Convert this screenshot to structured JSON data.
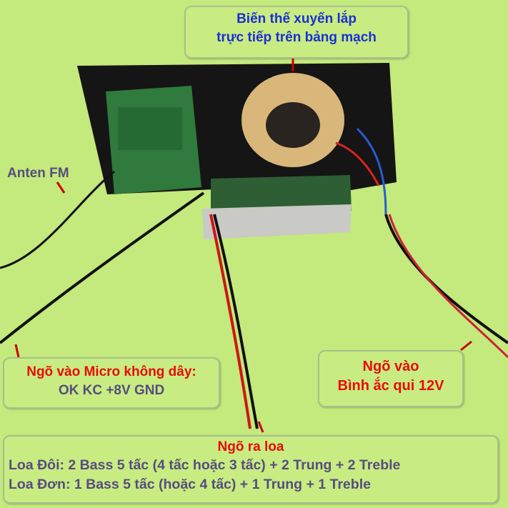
{
  "colors": {
    "background": "#c4e97c",
    "red_text": "#e80c0c",
    "purple_text": "#574d7e",
    "blue_text": "#1b2fd4"
  },
  "labels": {
    "transformer": {
      "line1": "Biến thế xuyến lắp",
      "line2": "trực tiếp trên bảng mạch"
    },
    "antenna": "Anten FM",
    "mic_input": {
      "line1": "Ngõ vào Micro không dây:",
      "line2": "OK KC +8V GND"
    },
    "power_input": {
      "line1": "Ngõ vào",
      "line2": "Bình ắc qui 12V"
    },
    "speaker_output": {
      "title": "Ngõ ra loa",
      "line1": "Loa Đôi: 2 Bass 5 tấc (4 tấc hoặc 3 tấc) + 2 Trung + 2 Treble",
      "line2": "Loa Đơn: 1 Bass 5 tấc (hoặc 4 tấc) + 1 Trung + 1 Treble"
    }
  }
}
